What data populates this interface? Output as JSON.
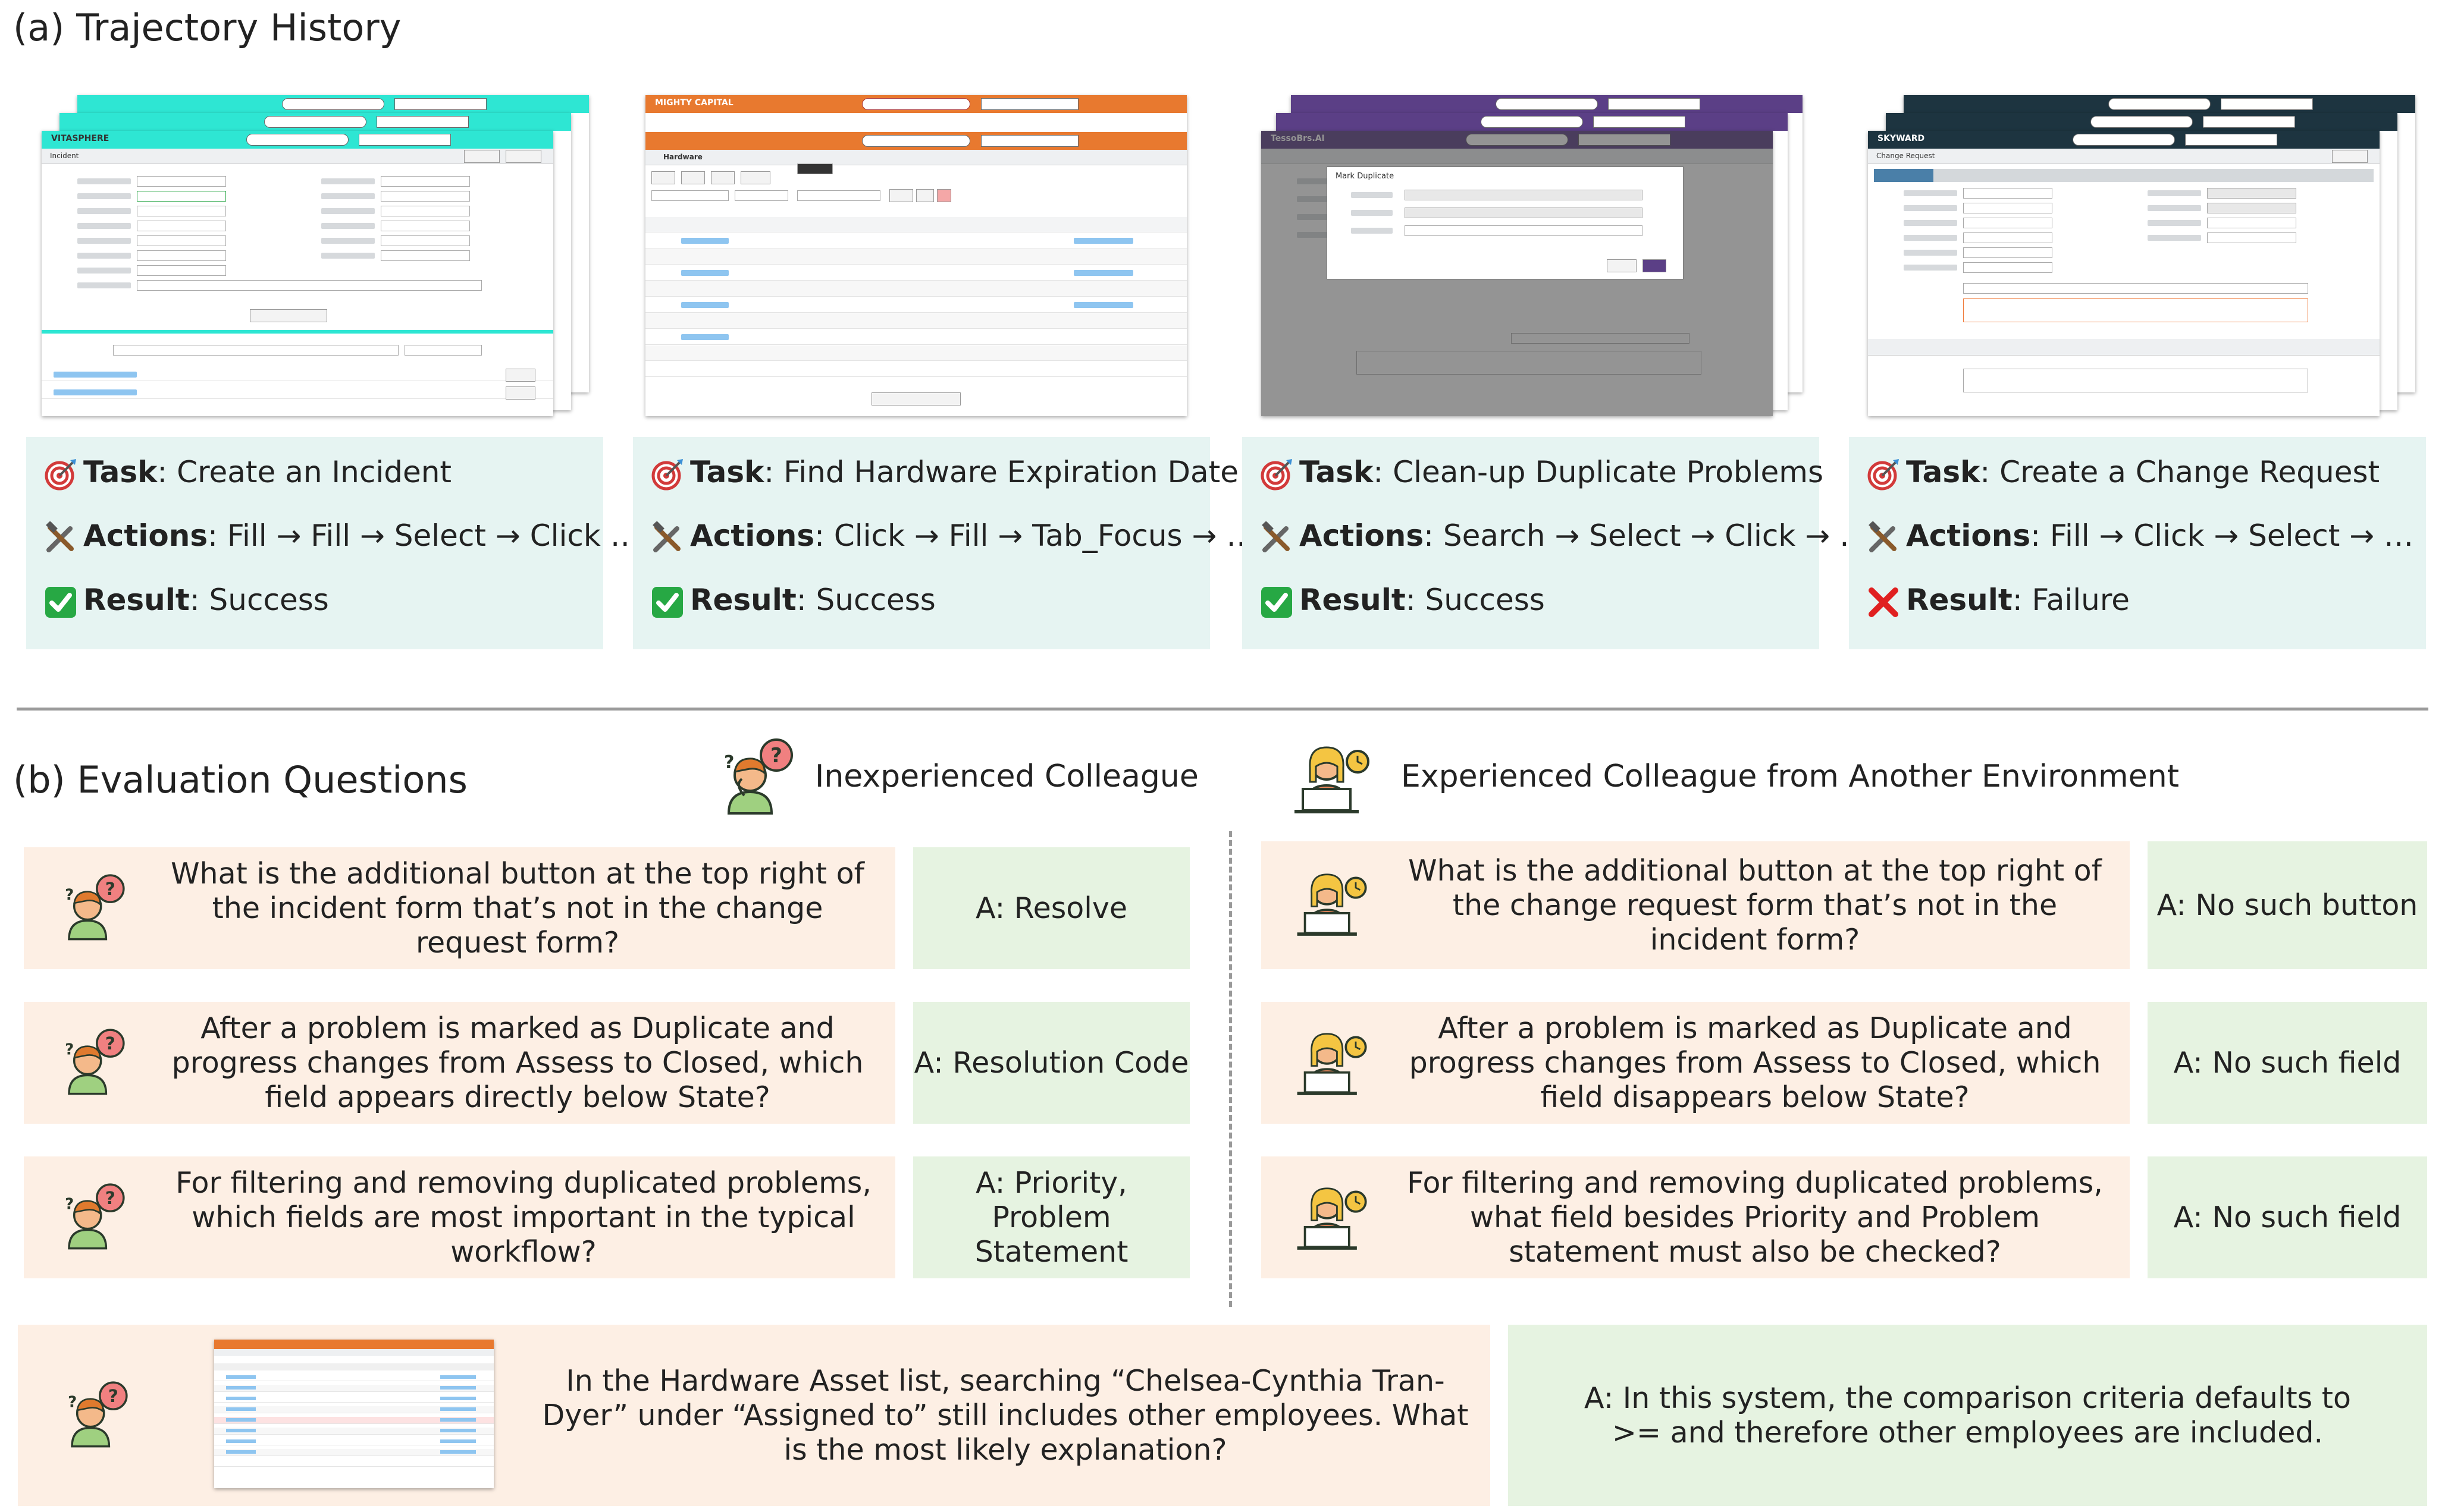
{
  "sections": {
    "a_title": "(a) Trajectory History",
    "b_title": "(b) Evaluation Questions"
  },
  "screenshots": [
    {
      "brand": "VITASPHERE",
      "form": "Incident",
      "accent": "#2ee6d3"
    },
    {
      "brand": "MIGHTY CAPITAL",
      "form": "Hardware",
      "accent": "#e8792f"
    },
    {
      "brand": "TessoBrs.AI",
      "form": "Mark Duplicate",
      "accent": "#5b3f86"
    },
    {
      "brand": "SKYWARD",
      "form": "Change Request",
      "accent": "#1d3440"
    }
  ],
  "tasks": [
    {
      "task_label": "Task",
      "task": ": Create an Incident",
      "actions_label": "Actions",
      "actions": ": Fill → Fill → Select → Click …",
      "result_label": "Result",
      "result": ": Success",
      "result_icon": "check-icon"
    },
    {
      "task_label": "Task",
      "task": ": Find Hardware Expiration Date",
      "actions_label": "Actions",
      "actions": ": Click → Fill → Tab_Focus → …",
      "result_label": "Result",
      "result": ": Success",
      "result_icon": "check-icon"
    },
    {
      "task_label": "Task",
      "task": ": Clean-up Duplicate Problems",
      "actions_label": "Actions",
      "actions": ": Search → Select → Click → …",
      "result_label": "Result",
      "result": ": Success",
      "result_icon": "check-icon"
    },
    {
      "task_label": "Task",
      "task": ": Create a Change Request",
      "actions_label": "Actions",
      "actions": ": Fill → Click → Select → …",
      "result_label": "Result",
      "result": ": Failure",
      "result_icon": "cross-icon"
    }
  ],
  "personas": {
    "inexperienced": "Inexperienced Colleague",
    "experienced": "Experienced Colleague from Another Environment"
  },
  "left_questions": [
    {
      "q": "What is the additional button at the top right of the incident form that’s not in the change request form?",
      "a": "A: Resolve"
    },
    {
      "q": "After a problem is marked as Duplicate and progress changes from Assess to Closed, which field appears directly below State?",
      "a": "A: Resolution Code"
    },
    {
      "q": "For filtering and removing duplicated problems, which fields are most important in the typical workflow?",
      "a": "A: Priority, Problem Statement"
    }
  ],
  "right_questions": [
    {
      "q": "What is the additional button at the top right of the change request form that’s not in the incident form?",
      "a": "A: No such button"
    },
    {
      "q": "After a problem is marked as Duplicate and progress changes from Assess to Closed, which field disappears below State?",
      "a": "A: No such field"
    },
    {
      "q": "For filtering and removing duplicated problems, what field besides Priority and Problem statement must also be checked?",
      "a": "A: No such field"
    }
  ],
  "bottom_question": {
    "q": "In the Hardware Asset list, searching “Chelsea-Cynthia Tran-Dyer” under “Assigned to” still includes other employees. What is the most likely explanation?",
    "a": "A:  In this system, the comparison criteria defaults to >= and therefore other employees are included."
  },
  "colors": {
    "task_bg": "#e6f4f2",
    "question_bg": "#fdefe4",
    "answer_bg": "#e6f3e1",
    "success": "#27a844",
    "failure": "#e02020"
  }
}
